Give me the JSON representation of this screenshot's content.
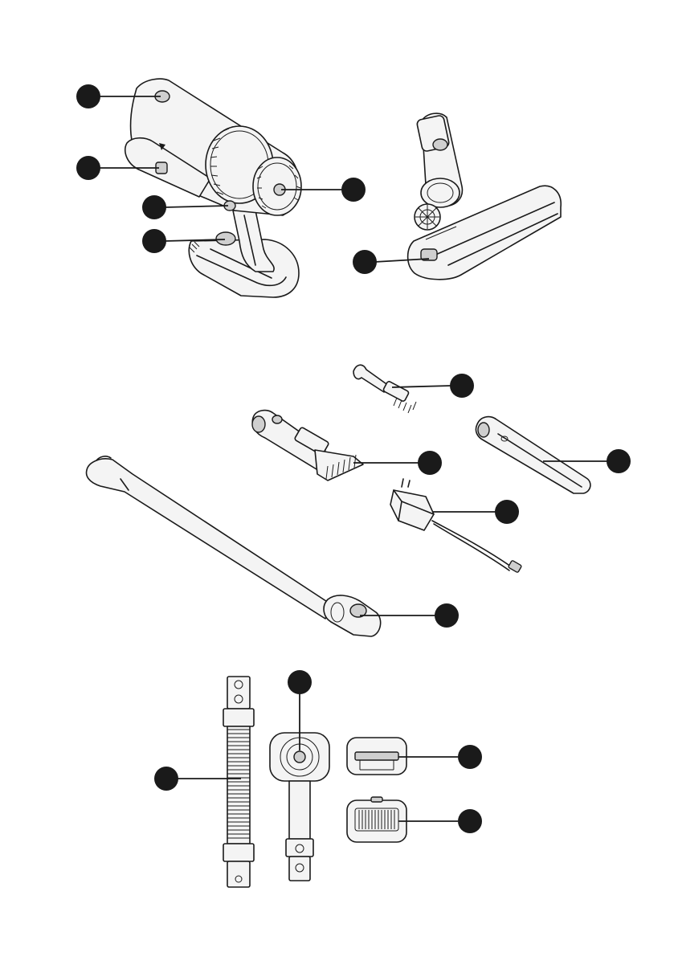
{
  "figure": {
    "colors": {
      "ink": "#1a1a1a",
      "fill": "#f4f4f4",
      "shade": "#cfcfcf",
      "background": "#ffffff"
    },
    "callouts": [
      {
        "id": "main-unit-top-button"
      },
      {
        "id": "main-unit-side-switch"
      },
      {
        "id": "main-unit-dustbin-release"
      },
      {
        "id": "main-unit-base-button"
      },
      {
        "id": "main-unit-cyclone-filter"
      },
      {
        "id": "floor-head-light"
      },
      {
        "id": "cleaning-tool"
      },
      {
        "id": "dusting-brush"
      },
      {
        "id": "crevice-tool"
      },
      {
        "id": "charger-adapter"
      },
      {
        "id": "extension-tube"
      },
      {
        "id": "flexible-hose"
      },
      {
        "id": "wall-mount-adapter"
      },
      {
        "id": "filter-top"
      },
      {
        "id": "filter-bottom"
      }
    ]
  }
}
